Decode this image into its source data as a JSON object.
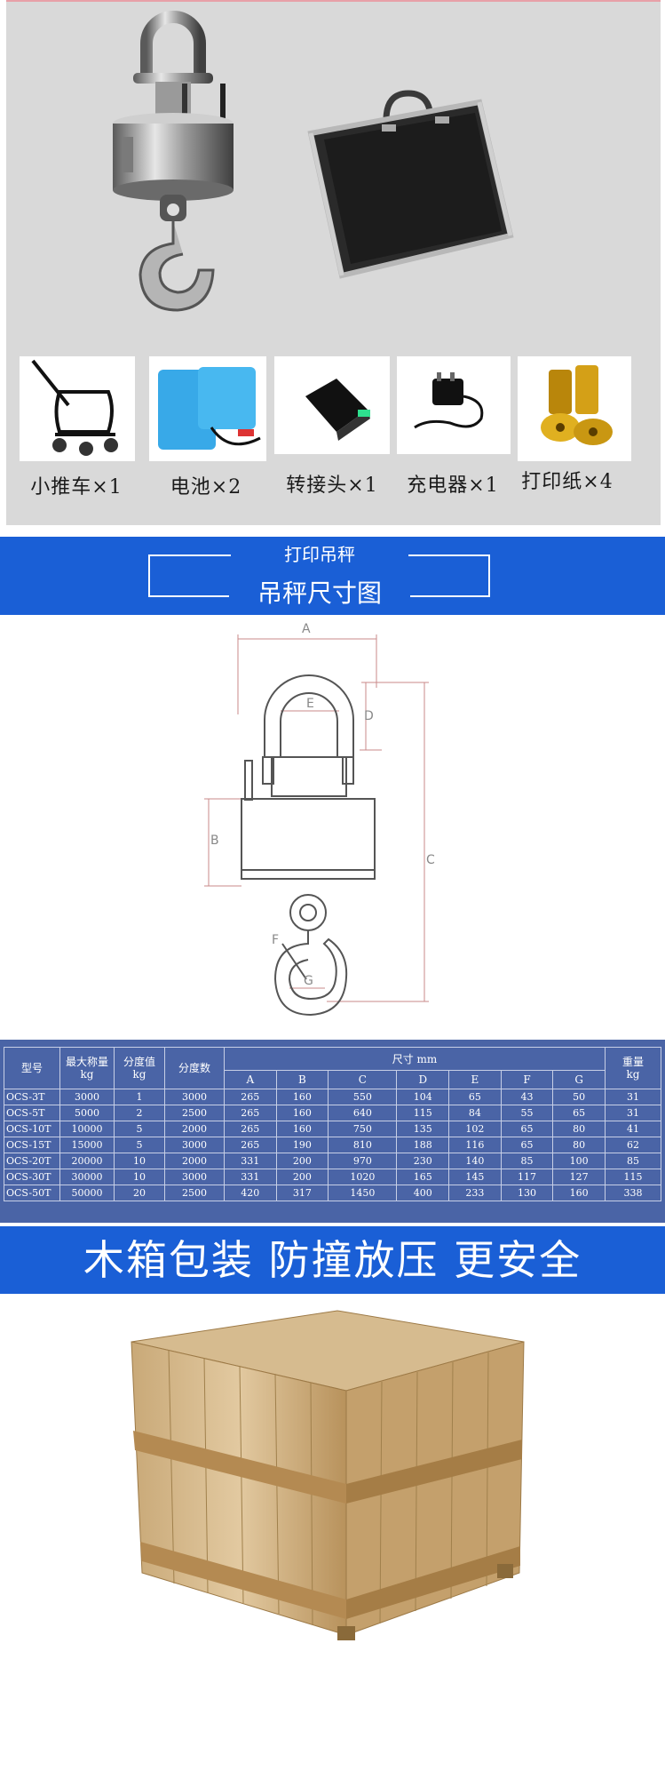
{
  "accessories": {
    "items": [
      {
        "label": "小推车×1",
        "icon": "trolley-icon"
      },
      {
        "label": "电池×2",
        "icon": "battery-icon"
      },
      {
        "label": "转接头×1",
        "icon": "adapter-icon"
      },
      {
        "label": "充电器×1",
        "icon": "charger-icon"
      },
      {
        "label": "打印纸×4",
        "icon": "paper-roll-icon"
      }
    ],
    "main_items": [
      {
        "icon": "crane-scale-icon"
      },
      {
        "icon": "carry-case-icon"
      }
    ]
  },
  "header": {
    "top_text": "打印吊秤",
    "main_text": "吊秤尺寸图",
    "color": "#1a5fd6"
  },
  "diagram": {
    "labels": {
      "A": "A",
      "B": "B",
      "C": "C",
      "D": "D",
      "E": "E",
      "F": "F",
      "G": "G"
    }
  },
  "table": {
    "headers": {
      "model": "型号",
      "max_capacity": "最大称量",
      "max_capacity_unit": "kg",
      "division": "分度值",
      "division_unit": "kg",
      "divisions": "分度数",
      "dimensions": "尺寸 mm",
      "weight": "重量",
      "weight_unit": "kg",
      "dim_cols": [
        "A",
        "B",
        "C",
        "D",
        "E",
        "F",
        "G"
      ]
    },
    "rows": [
      {
        "model": "OCS-3T",
        "cap": "3000",
        "div": "1",
        "count": "3000",
        "dims": [
          "265",
          "160",
          "550",
          "104",
          "65",
          "43",
          "50"
        ],
        "weight": "31"
      },
      {
        "model": "OCS-5T",
        "cap": "5000",
        "div": "2",
        "count": "2500",
        "dims": [
          "265",
          "160",
          "640",
          "115",
          "84",
          "55",
          "65"
        ],
        "weight": "31"
      },
      {
        "model": "OCS-10T",
        "cap": "10000",
        "div": "5",
        "count": "2000",
        "dims": [
          "265",
          "160",
          "750",
          "135",
          "102",
          "65",
          "80"
        ],
        "weight": "41"
      },
      {
        "model": "OCS-15T",
        "cap": "15000",
        "div": "5",
        "count": "3000",
        "dims": [
          "265",
          "190",
          "810",
          "188",
          "116",
          "65",
          "80"
        ],
        "weight": "62"
      },
      {
        "model": "OCS-20T",
        "cap": "20000",
        "div": "10",
        "count": "2000",
        "dims": [
          "331",
          "200",
          "970",
          "230",
          "140",
          "85",
          "100"
        ],
        "weight": "85"
      },
      {
        "model": "OCS-30T",
        "cap": "30000",
        "div": "10",
        "count": "3000",
        "dims": [
          "331",
          "200",
          "1020",
          "165",
          "145",
          "117",
          "127"
        ],
        "weight": "115"
      },
      {
        "model": "OCS-50T",
        "cap": "50000",
        "div": "20",
        "count": "2500",
        "dims": [
          "420",
          "317",
          "1450",
          "400",
          "233",
          "130",
          "160"
        ],
        "weight": "338"
      }
    ],
    "background_color": "#4a64a6"
  },
  "banner": {
    "text": "木箱包装  防撞放压  更安全",
    "color": "#1a5fd6"
  },
  "crate": {
    "icon": "wooden-crate-icon"
  }
}
